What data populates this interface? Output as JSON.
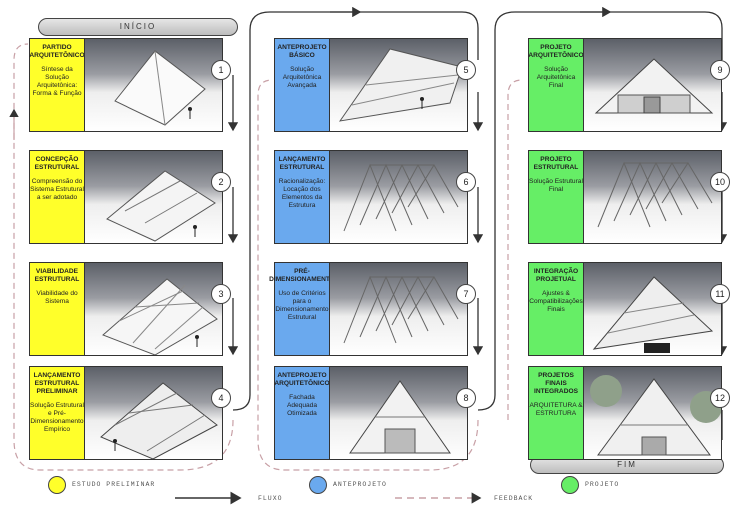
{
  "start_label": "INÍCIO",
  "end_label": "FIM",
  "colors": {
    "yellow": "#ffff2a",
    "blue": "#6aa9ee",
    "green": "#66ee66"
  },
  "legend": {
    "estudo": "ESTUDO PRELIMINAR",
    "anteprojeto": "ANTEPROJETO",
    "projeto": "PROJETO",
    "fluxo": "FLUXO",
    "feedback": "FEEDBACK"
  },
  "columns": [
    {
      "phase": "estudo",
      "cards": [
        {
          "number": "1",
          "title": "PARTIDO ARQUITETÔNICO",
          "desc": "Síntese da Solução Arquitetônica: Forma & Função",
          "icon": "tent-roof-icon"
        },
        {
          "number": "2",
          "title": "CONCEPÇÃO ESTRUTURAL",
          "desc": "Compreensão do Sistema Estrutural a ser adotado",
          "icon": "frame-roof-icon"
        },
        {
          "number": "3",
          "title": "VIABILIDADE ESTRUTURAL",
          "desc": "Viabilidade do Sistema",
          "icon": "grid-roof-icon"
        },
        {
          "number": "4",
          "title": "LANÇAMENTO ESTRUTURAL PRELIMINAR",
          "desc": "Solução Estrutural e Pré-Dimensionamento Empírico",
          "icon": "structure-roof-icon"
        }
      ]
    },
    {
      "phase": "anteprojeto",
      "cards": [
        {
          "number": "5",
          "title": "ANTEPROJETO BÁSICO",
          "desc": "Solução Arquitetônica Avançada",
          "icon": "long-roof-icon"
        },
        {
          "number": "6",
          "title": "LANÇAMENTO ESTRUTURAL",
          "desc": "Racionalização: Locação dos Elementos da Estrutura",
          "icon": "rafters-icon"
        },
        {
          "number": "7",
          "title": "PRÉ-DIMENSIONAMENTO",
          "desc": "Uso de Critérios para o Dimensionamento Estrutural",
          "icon": "rafters-icon"
        },
        {
          "number": "8",
          "title": "ANTEPROJETO ARQUITETÔNICO",
          "desc": "Fachada Adequada Otimizada",
          "icon": "facade-icon"
        }
      ]
    },
    {
      "phase": "projeto",
      "cards": [
        {
          "number": "9",
          "title": "PROJETO ARQUITETÔNICO",
          "desc": "Solução Arquitetônica Final",
          "icon": "house-facade-icon"
        },
        {
          "number": "10",
          "title": "PROJETO ESTRUTURAL",
          "desc": "Solução Estrutural Final",
          "icon": "rafters-icon"
        },
        {
          "number": "11",
          "title": "INTEGRAÇÃO PROJETUAL",
          "desc": "Ajustes & Compatibilizações Finais",
          "icon": "integrated-roof-icon"
        },
        {
          "number": "12",
          "title": "PROJETOS FINAIS INTEGRADOS",
          "desc": "ARQUITETURA & ESTRUTURA",
          "icon": "final-building-icon"
        }
      ]
    }
  ]
}
